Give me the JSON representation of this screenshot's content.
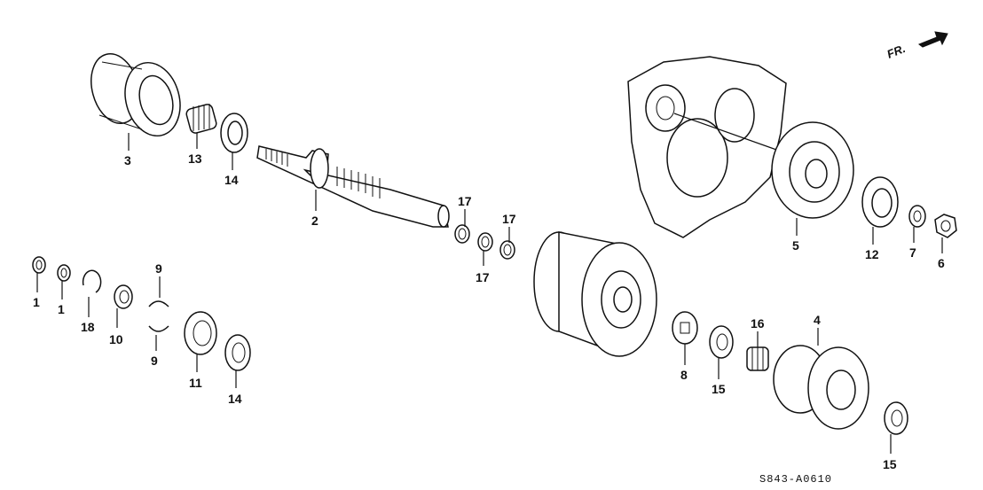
{
  "direction_label": "FR.",
  "drawing_code": "S843-A0610",
  "callouts": [
    {
      "id": "c1a",
      "text": "1"
    },
    {
      "id": "c1b",
      "text": "1"
    },
    {
      "id": "c2",
      "text": "2"
    },
    {
      "id": "c3",
      "text": "3"
    },
    {
      "id": "c4",
      "text": "4"
    },
    {
      "id": "c5",
      "text": "5"
    },
    {
      "id": "c6",
      "text": "6"
    },
    {
      "id": "c7",
      "text": "7"
    },
    {
      "id": "c8",
      "text": "8"
    },
    {
      "id": "c9a",
      "text": "9"
    },
    {
      "id": "c9b",
      "text": "9"
    },
    {
      "id": "c10",
      "text": "10"
    },
    {
      "id": "c11",
      "text": "11"
    },
    {
      "id": "c12",
      "text": "12"
    },
    {
      "id": "c13",
      "text": "13"
    },
    {
      "id": "c14a",
      "text": "14"
    },
    {
      "id": "c14b",
      "text": "14"
    },
    {
      "id": "c15a",
      "text": "15"
    },
    {
      "id": "c15b",
      "text": "15"
    },
    {
      "id": "c16",
      "text": "16"
    },
    {
      "id": "c17a",
      "text": "17"
    },
    {
      "id": "c17b",
      "text": "17"
    },
    {
      "id": "c17c",
      "text": "17"
    },
    {
      "id": "c18",
      "text": "18"
    }
  ]
}
